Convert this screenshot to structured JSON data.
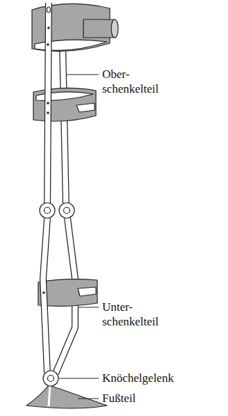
{
  "diagram": {
    "labels": [
      "Ober- schenkelteil",
      "Unter- schenkelteil",
      "Knöchelgelenk",
      "Fußteil"
    ]
  }
}
